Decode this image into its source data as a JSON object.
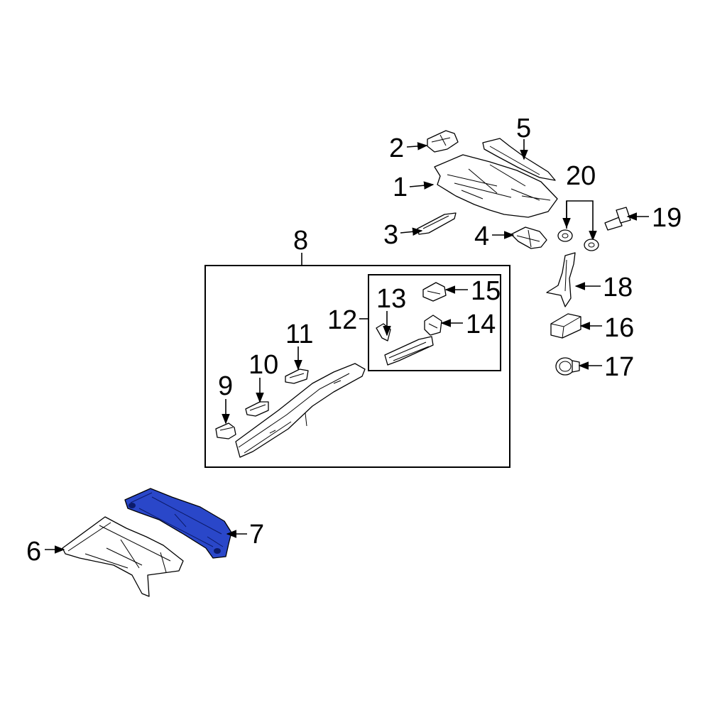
{
  "diagram": {
    "highlight_color": "#2a47c9",
    "highlighted_part": "7",
    "callouts": {
      "c1": "1",
      "c2": "2",
      "c3": "3",
      "c4": "4",
      "c5": "5",
      "c6": "6",
      "c7": "7",
      "c8": "8",
      "c9": "9",
      "c10": "10",
      "c11": "11",
      "c12": "12",
      "c13": "13",
      "c14": "14",
      "c15": "15",
      "c16": "16",
      "c17": "17",
      "c18": "18",
      "c19": "19",
      "c20": "20"
    }
  }
}
